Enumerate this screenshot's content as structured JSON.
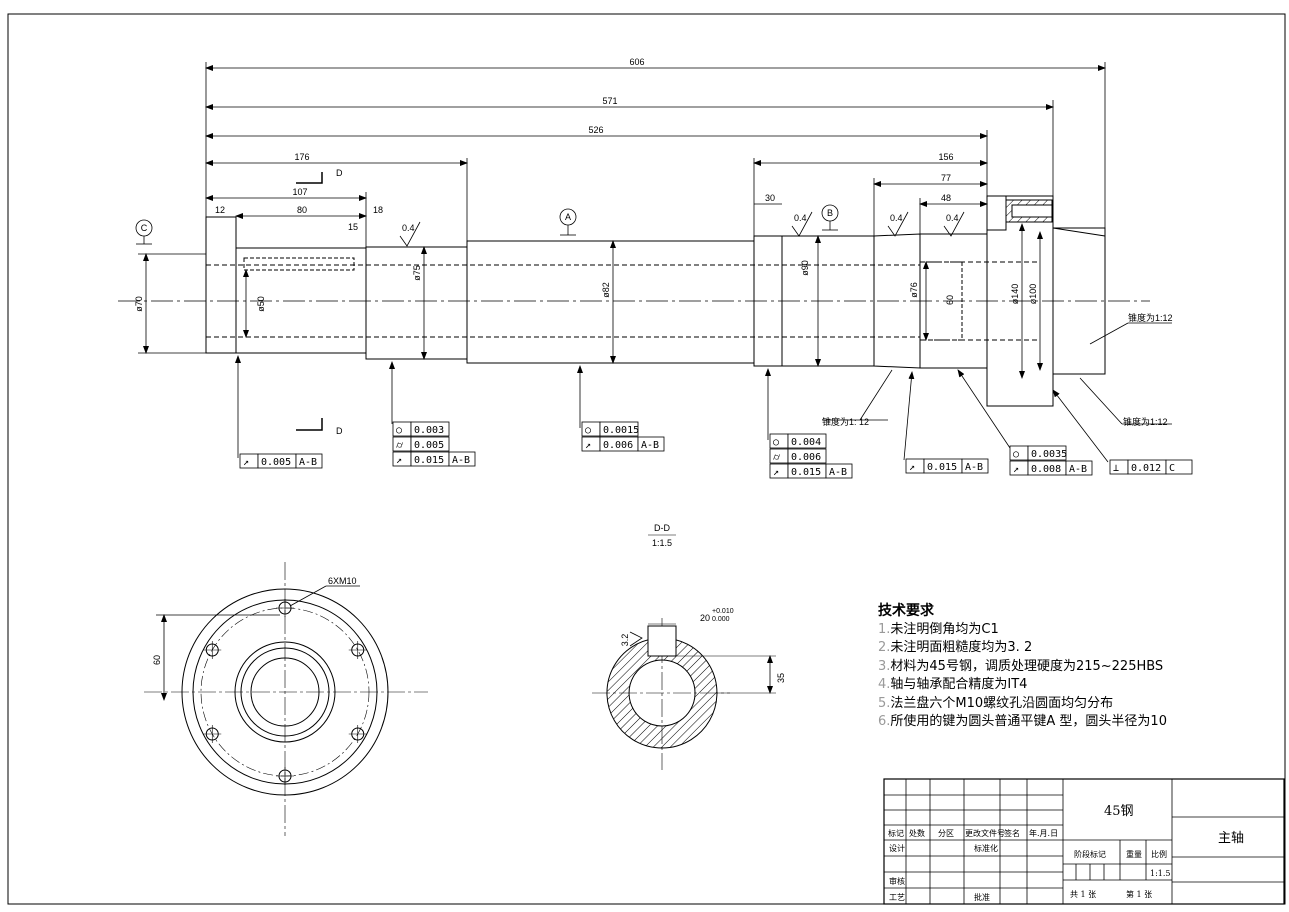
{
  "dimensions": {
    "total_length": "606",
    "length_571": "571",
    "length_526": "526",
    "length_176": "176",
    "length_107": "107",
    "length_80": "80",
    "length_12": "12",
    "length_18": "18",
    "length_15": "15",
    "length_156": "156",
    "length_77": "77",
    "length_48": "48",
    "length_30": "30",
    "dia_70": "ø70",
    "dia_50": "ø50",
    "dia_75": "ø75",
    "dia_82": "ø82",
    "dia_90": "ø90",
    "dia_76": "ø76",
    "dia_140": "ø140",
    "dia_100": "ø100",
    "key_depth_60": "60",
    "key_width": "20",
    "key_width_tol_upper": "+0.010",
    "key_width_tol_lower": "0.000",
    "section_depth": "35",
    "roughness_values": [
      "0.4",
      "0.4",
      "0.4",
      "0.4",
      "0.4",
      "3.2"
    ]
  },
  "datums": {
    "a": "A",
    "b": "B",
    "c": "C"
  },
  "tapers": {
    "taper_1": "锥度为1:12",
    "taper_2": "锥度为1: 12",
    "taper_3": "锥度为1:12"
  },
  "section_marks": {
    "d_top": "D",
    "d_bottom": "D",
    "view_title": "D-D",
    "view_scale": "1:1.5"
  },
  "tolerance_frames": {
    "f1": [
      {
        "symbol": "↗",
        "value": "0.005",
        "datum": "A-B"
      }
    ],
    "f2": [
      {
        "symbol": "○",
        "value": "0.003",
        "datum": ""
      },
      {
        "symbol": "⌭",
        "value": "0.005",
        "datum": ""
      },
      {
        "symbol": "↗",
        "value": "0.015",
        "datum": "A-B"
      }
    ],
    "f3": [
      {
        "symbol": "○",
        "value": "0.0015",
        "datum": ""
      },
      {
        "symbol": "↗",
        "value": "0.006",
        "datum": "A-B"
      }
    ],
    "f4": [
      {
        "symbol": "○",
        "value": "0.004",
        "datum": ""
      },
      {
        "symbol": "⌭",
        "value": "0.006",
        "datum": ""
      },
      {
        "symbol": "↗",
        "value": "0.015",
        "datum": "A-B"
      }
    ],
    "f5": [
      {
        "symbol": "↗",
        "value": "0.015",
        "datum": "A-B"
      }
    ],
    "f6": [
      {
        "symbol": "○",
        "value": "0.0035",
        "datum": ""
      },
      {
        "symbol": "↗",
        "value": "0.008",
        "datum": "A-B"
      }
    ],
    "f7": [
      {
        "symbol": "⊥",
        "value": "0.012",
        "datum": "C"
      }
    ]
  },
  "flange_label": "6XM10",
  "flange_dim": "60",
  "tech_notes": {
    "title": "技术要求",
    "items": [
      {
        "num": "1.",
        "text": "未注明倒角均为C1"
      },
      {
        "num": "2.",
        "text": "未注明面粗糙度均为3. 2"
      },
      {
        "num": "3.",
        "text": "材料为45号钢，调质处理硬度为215~225HBS"
      },
      {
        "num": "4.",
        "text": "轴与轴承配合精度为IT4"
      },
      {
        "num": "5.",
        "text": "法兰盘六个M10螺纹孔沿圆面均匀分布"
      },
      {
        "num": "6.",
        "text": "所使用的键为圆头普通平键A 型，圆头半径为10"
      }
    ]
  },
  "title_block": {
    "material": "45钢",
    "part_name": "主轴",
    "labels": {
      "mark": "标记",
      "count": "处数",
      "zone": "分区",
      "doc_no": "更改文件号",
      "sign": "签名",
      "date": "年.月.日",
      "design": "设计",
      "standard": "标准化",
      "stage": "阶段标记",
      "weight": "重量",
      "scale": "比例",
      "check": "审核",
      "process": "工艺",
      "approve": "批准"
    },
    "scale_value": "1:1.5",
    "total_sheets": "共 1 张",
    "sheet_no": "第 1 张"
  }
}
